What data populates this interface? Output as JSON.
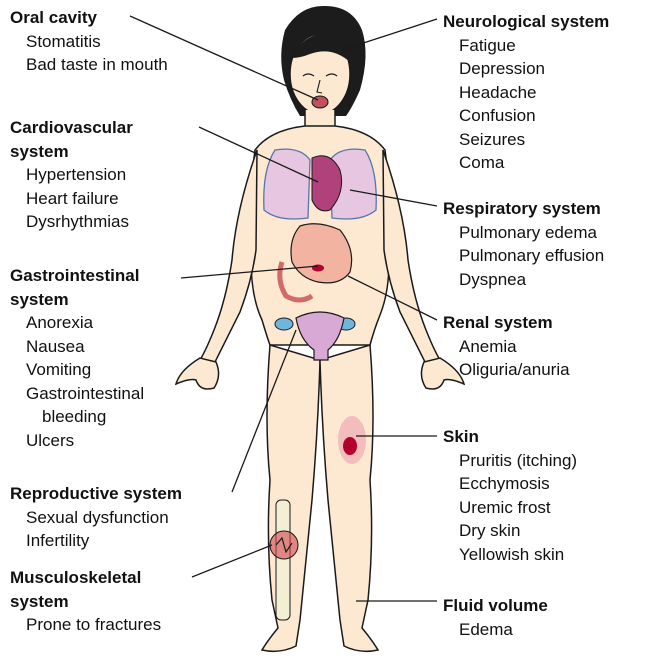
{
  "groups": {
    "oral": {
      "title": "Oral cavity",
      "items": [
        "Stomatitis",
        "Bad taste in mouth"
      ]
    },
    "cardio": {
      "title_l1": "Cardiovascular",
      "title_l2": "system",
      "items": [
        "Hypertension",
        "Heart failure",
        "Dysrhythmias"
      ]
    },
    "gi": {
      "title_l1": "Gastrointestinal",
      "title_l2": "system",
      "items": [
        "Anorexia",
        "Nausea",
        "Vomiting",
        "Gastrointestinal",
        "bleeding",
        "Ulcers"
      ]
    },
    "repro": {
      "title": "Reproductive system",
      "items": [
        "Sexual dysfunction",
        "Infertility"
      ]
    },
    "musc": {
      "title_l1": "Musculoskeletal",
      "title_l2": "system",
      "items": [
        "Prone to fractures"
      ]
    },
    "neuro": {
      "title": "Neurological system",
      "items": [
        "Fatigue",
        "Depression",
        "Headache",
        "Confusion",
        "Seizures",
        "Coma"
      ]
    },
    "resp": {
      "title": "Respiratory system",
      "items": [
        "Pulmonary edema",
        "Pulmonary effusion",
        "Dyspnea"
      ]
    },
    "renal": {
      "title": "Renal system",
      "items": [
        "Anemia",
        "Oliguria/anuria"
      ]
    },
    "skin": {
      "title": "Skin",
      "items": [
        "Pruritis (itching)",
        "Ecchymosis",
        "Uremic frost",
        "Dry skin",
        "Yellowish skin"
      ]
    },
    "fluid": {
      "title": "Fluid volume",
      "items": [
        "Edema"
      ]
    }
  },
  "colors": {
    "skin": "#fde8d2",
    "outline": "#1a1a1a",
    "hair": "#1c1c1c",
    "lung": "#e6c6e0",
    "heart": "#b0417a",
    "stomach": "#f2b3a0",
    "kidney": "#6fb6dc",
    "uterus": "#d9a9d6",
    "bruise": "#b3002d",
    "bone": "#f3efd5",
    "fracture": "#d2424d"
  }
}
